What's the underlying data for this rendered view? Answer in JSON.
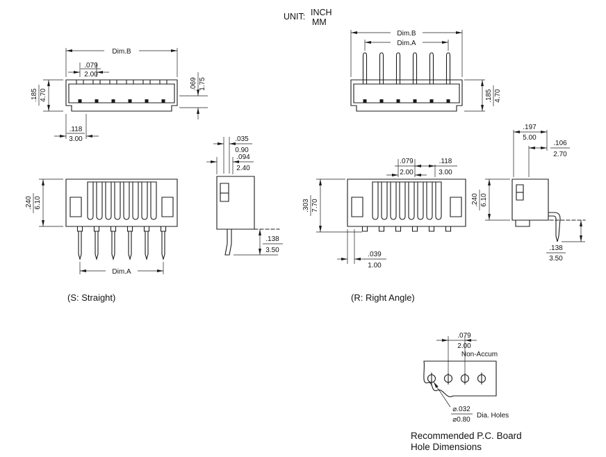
{
  "unit": {
    "label": "UNIT:",
    "inch": "INCH",
    "mm": "MM"
  },
  "straight": {
    "caption": "(S: Straight)",
    "dim_b": "Dim.B",
    "dim_a": "Dim.A",
    "pitch_in": ".079",
    "pitch_mm": "2.00",
    "height_in": ".185",
    "height_mm": "4.70",
    "contact_in": ".069",
    "contact_mm": "1.75",
    "offset_in": ".118",
    "offset_mm": "3.00",
    "depth_in": ".240",
    "depth_mm": "6.10",
    "pin_w_in": ".035",
    "pin_w_mm": "0.90",
    "pin_t_in": ".094",
    "pin_t_mm": "2.40",
    "pin_len_in": ".138",
    "pin_len_mm": "3.50"
  },
  "right_angle": {
    "caption": "(R: Right Angle)",
    "dim_b": "Dim.B",
    "dim_a": "Dim.A",
    "height_in": ".185",
    "height_mm": "4.70",
    "total_depth_in": ".303",
    "total_depth_mm": "7.70",
    "pitch_in": ".079",
    "pitch_mm": "2.00",
    "offset_in": ".118",
    "offset_mm": "3.00",
    "stub_in": ".039",
    "stub_mm": "1.00",
    "body_depth_in": ".197",
    "body_depth_mm": "5.00",
    "front_depth_in": ".106",
    "front_depth_mm": "2.70",
    "depth_in": ".240",
    "depth_mm": "6.10",
    "pin_len_in": ".138",
    "pin_len_mm": "3.50"
  },
  "pcb": {
    "pitch_in": ".079",
    "pitch_mm": "2.00",
    "note": "Non-Accum",
    "hole_in": "⌀.032",
    "hole_mm": "⌀0.80",
    "hole_label": "Dia. Holes",
    "title1": "Recommended P.C. Board",
    "title2": "Hole Dimensions"
  }
}
